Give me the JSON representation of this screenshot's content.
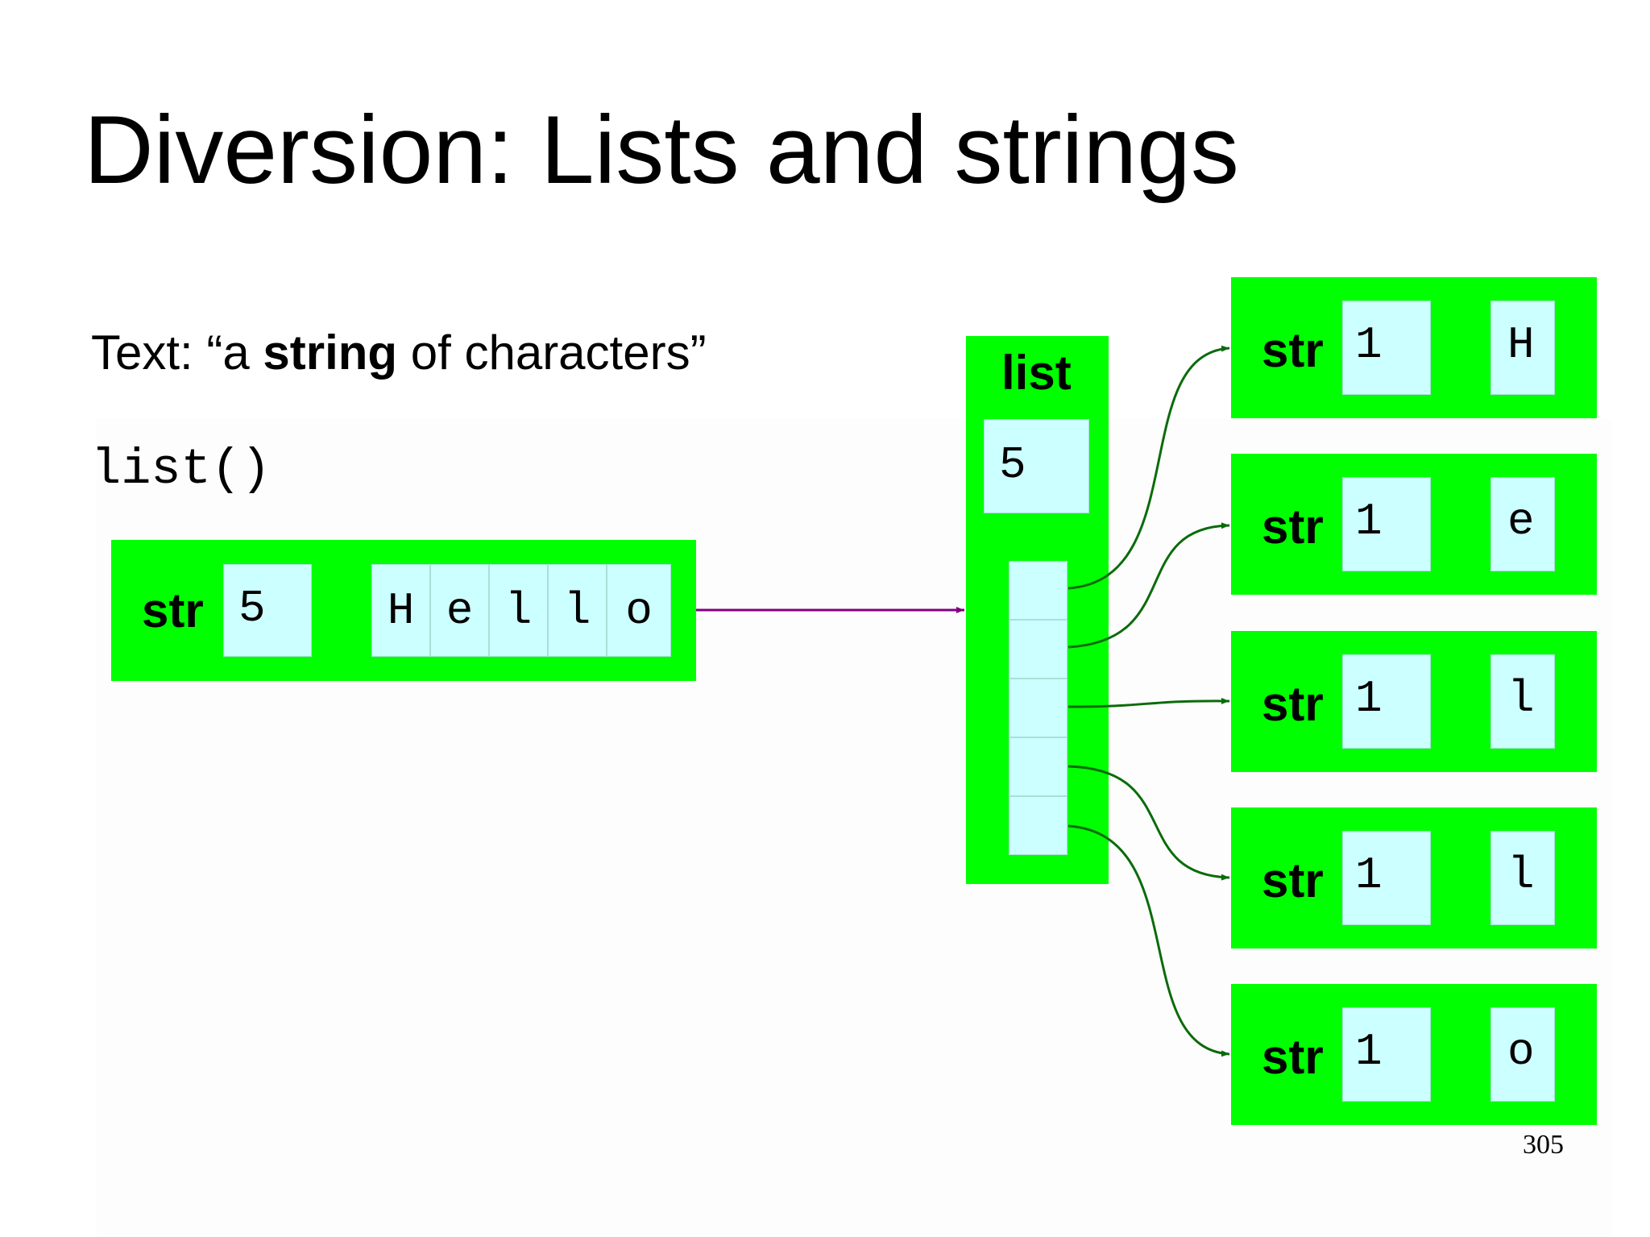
{
  "title": "Diversion: Lists and strings",
  "text_line": {
    "prefix": "Text: “a ",
    "bold": "string",
    "suffix": " of characters”"
  },
  "code": "list()",
  "source_string": {
    "type_label": "str",
    "length": "5",
    "characters": [
      "H",
      "e",
      "l",
      "l",
      "o"
    ]
  },
  "list_object": {
    "type_label": "list",
    "length": "5",
    "slot_count": 5
  },
  "char_strings": [
    {
      "type_label": "str",
      "length": "1",
      "char": "H"
    },
    {
      "type_label": "str",
      "length": "1",
      "char": "e"
    },
    {
      "type_label": "str",
      "length": "1",
      "char": "l"
    },
    {
      "type_label": "str",
      "length": "1",
      "char": "l"
    },
    {
      "type_label": "str",
      "length": "1",
      "char": "o"
    }
  ],
  "colors": {
    "box_fill": "#00ff00",
    "cell_fill": "#ccffff",
    "conversion_arrow": "#800080",
    "reference_arrow": "#0b6b0b"
  },
  "page_number": "305"
}
